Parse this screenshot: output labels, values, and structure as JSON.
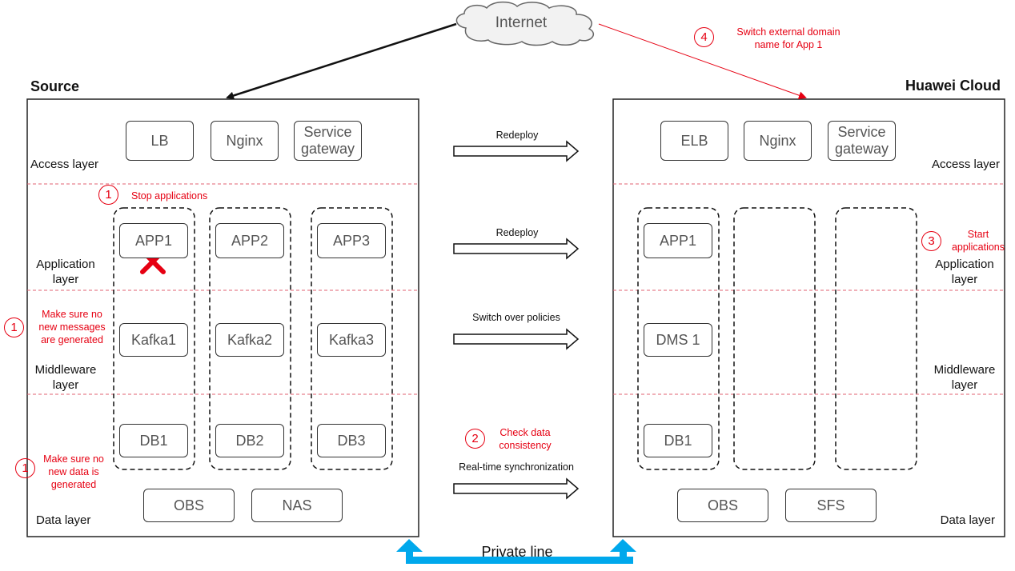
{
  "internet_label": "Internet",
  "private_line_label": "Private line",
  "source": {
    "title": "Source",
    "layers": {
      "access": "Access layer",
      "application": "Application\nlayer",
      "middleware": "Middleware\nlayer",
      "data": "Data layer"
    },
    "access_boxes": [
      "LB",
      "Nginx",
      "Service\ngateway"
    ],
    "apps": [
      "APP1",
      "APP2",
      "APP3"
    ],
    "kafkas": [
      "Kafka1",
      "Kafka2",
      "Kafka3"
    ],
    "dbs": [
      "DB1",
      "DB2",
      "DB3"
    ],
    "storage": [
      "OBS",
      "NAS"
    ]
  },
  "cloud": {
    "title": "Huawei Cloud",
    "layers": {
      "access": "Access layer",
      "application": "Application\nlayer",
      "middleware": "Middleware\nlayer",
      "data": "Data layer"
    },
    "access_boxes": [
      "ELB",
      "Nginx",
      "Service\ngateway"
    ],
    "app": "APP1",
    "dms": "DMS 1",
    "db": "DB1",
    "storage": [
      "OBS",
      "SFS"
    ]
  },
  "arrows": {
    "redeploy_access": "Redeploy",
    "redeploy_app": "Redeploy",
    "switch_policies": "Switch over policies",
    "realtime_sync": "Real-time synchronization"
  },
  "steps": {
    "stop_apps": {
      "num": "1",
      "text": "Stop applications"
    },
    "no_messages": {
      "num": "1",
      "text": "Make sure no\nnew messages\nare generated"
    },
    "no_data": {
      "num": "1",
      "text": "Make sure no\nnew data is\ngenerated"
    },
    "check_data": {
      "num": "2",
      "text": "Check data\nconsistency"
    },
    "start_apps": {
      "num": "3",
      "text": "Start\napplications"
    },
    "switch_domain": {
      "num": "4",
      "text": "Switch external domain\nname for App 1"
    }
  },
  "colors": {
    "annotation": "#e60012",
    "private_line": "#00a8ec",
    "box_border": "#333333",
    "box_text": "#555555"
  }
}
